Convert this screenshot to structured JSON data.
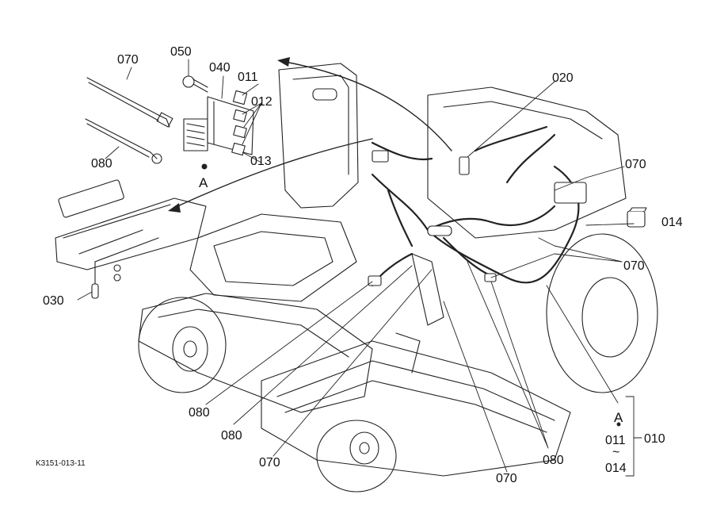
{
  "diagram": {
    "drawing_id": "K3151-013-11",
    "callouts": {
      "c070_top": "070",
      "c050": "050",
      "c040": "040",
      "c011": "011",
      "c012": "012",
      "c013": "013",
      "c080_left": "080",
      "c020": "020",
      "c070_right_top": "070",
      "c014": "014",
      "c070_right_mid": "070",
      "c030": "030",
      "c080_bottom1": "080",
      "c080_bottom2": "080",
      "c070_bottom1": "070",
      "c070_bottom2": "070",
      "c080_bottom3": "080",
      "ref_A_left": "A",
      "ref_A_right": "A",
      "range_start": "011",
      "range_tilde": "~",
      "range_end": "014",
      "assembly": "010"
    }
  }
}
